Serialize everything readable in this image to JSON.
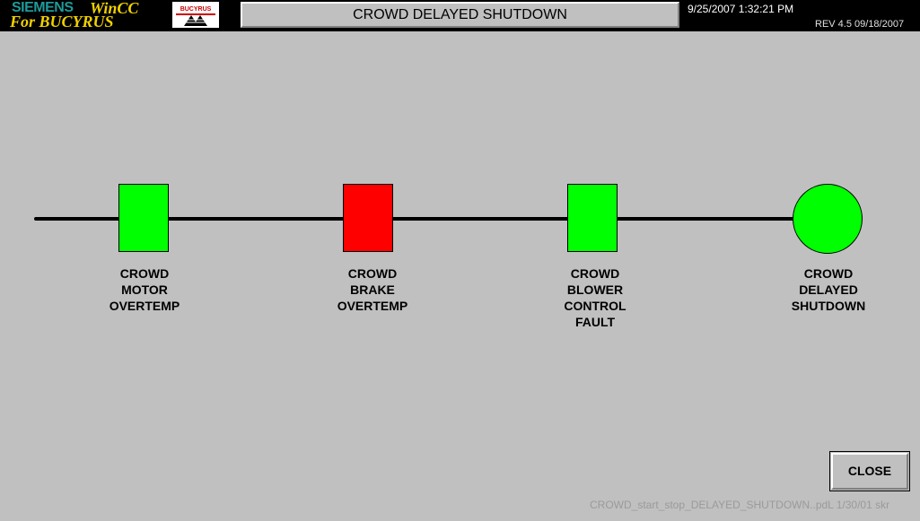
{
  "header": {
    "logo": {
      "brand": "SIEMENS",
      "product": "WinCC",
      "subtitle": "For BUCYRUS"
    },
    "partner_logo_text": "BUCYRUS",
    "title": "CROWD DELAYED SHUTDOWN",
    "datetime": "9/25/2007 1:32:21 PM",
    "revision": "REV 4.5  09/18/2007"
  },
  "sequence": {
    "steps": [
      {
        "lines": [
          "CROWD",
          "MOTOR",
          "OVERTEMP"
        ],
        "status": "ok",
        "color": "#00ff00",
        "shape": "rectangle"
      },
      {
        "lines": [
          "CROWD",
          "BRAKE",
          "OVERTEMP"
        ],
        "status": "fault",
        "color": "#ff0000",
        "shape": "rectangle"
      },
      {
        "lines": [
          "CROWD",
          "BLOWER",
          "CONTROL",
          "FAULT"
        ],
        "status": "ok",
        "color": "#00ff00",
        "shape": "rectangle"
      },
      {
        "lines": [
          "CROWD",
          "DELAYED",
          "SHUTDOWN"
        ],
        "status": "ok",
        "color": "#00ff00",
        "shape": "circle"
      }
    ]
  },
  "buttons": {
    "close_label": "CLOSE"
  },
  "footer": {
    "screen_info": "CROWD_start_stop_DELAYED_SHUTDOWN..pdL  1/30/01   skr"
  },
  "colors": {
    "background": "#c0c0c0",
    "header_bar": "#000000",
    "ok": "#00ff00",
    "fault": "#ff0000",
    "logo_siemens": "#1e9a9a",
    "logo_wincc": "#f0d000"
  }
}
